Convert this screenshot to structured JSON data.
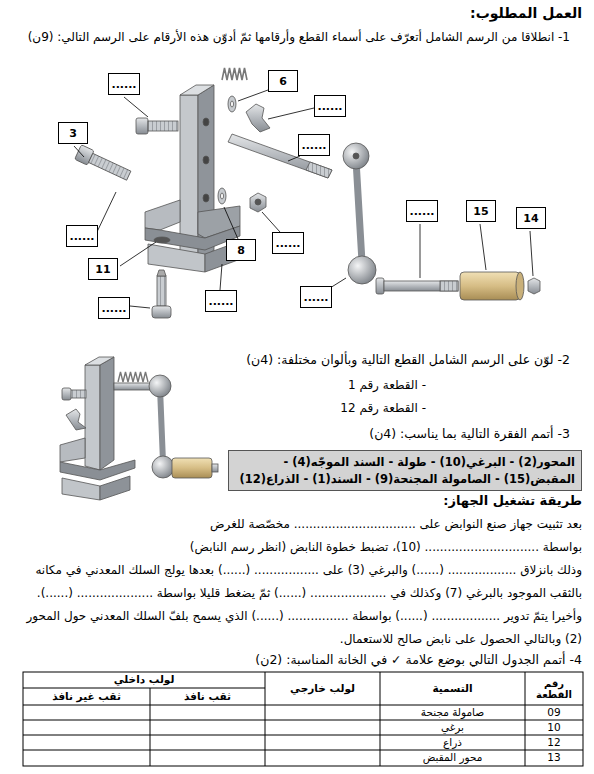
{
  "diagram": {
    "nodes": [
      {
        "text": [
          "......"
        ]
      },
      {
        "text": [
          "6"
        ]
      },
      {
        "text": [
          "......"
        ]
      },
      {
        "text": [
          "3"
        ]
      },
      {
        "text": [
          "......"
        ]
      },
      {
        "text": [
          "......"
        ]
      },
      {
        "text": [
          "15"
        ]
      },
      {
        "text": [
          "14"
        ]
      },
      {
        "text": [
          "......"
        ]
      },
      {
        "text": [
          "......"
        ]
      },
      {
        "text": [
          "8"
        ]
      },
      {
        "text": [
          "11"
        ]
      },
      {
        "text": [
          "......"
        ]
      },
      {
        "text": [
          "......"
        ]
      },
      {
        "text": [
          "......"
        ]
      },
      {
        "text": [
          "المحور(2) - البرغي(10) - طولة - السند الموجّه(4) - المقبض(15) - الصامولة المجنحة(9) - السند(1) - الذراع(12)"
        ]
      }
    ],
    "labels": [
      "العمل المطلوب:",
      "1- انطلاقا من الرسم الشامل أتعرّف على أسماء القطع وأرقامها ثمّ أدوّن هذه الأرقام على الرسم التالي: (9ن)",
      "2- لوّن على الرسم الشامل القطع التالية وبألوان مختلفة: (4ن)",
      "- القطعة رقم 1",
      "- القطعة رقم 12",
      "3- أتمم الفقرة التالية بما يناسب: (4ن)",
      "طريقة تشغيل الجهاز:",
      "بعد تثبيت جهاز صنع النوابض على ................................ مخصّصة للغرض",
      "بواسطة .............................. (10)، تضبط خطوة النابض (انظر رسم النابض)",
      "وذلك بانزلاق .................. (......) والبرغي (3) على ................. (......) بعدها يولج السلك المعدني في مكانه",
      "بالثقب الموجود بالبرغي (7) وكذلك في .................... (......) ثمّ يضغط قليلا بواسطة .................... (......).",
      "وأخيرا يتمّ تدوير .................. (......) بواسطة ................ (......) الذي يسمح بلفّ السلك المعدني حول المحور",
      "(2) وبالتالي الحصول على نابض صالح للاستعمال.",
      "4- أتمم الجدول التالي بوضع علامة ✓ في الخانة المناسبة: (2ن)",
      "رقم القطعة",
      "التسمية",
      "لولب خارجي",
      "لولب داخلي",
      "ثقب نافذ",
      "ثقب غير نافذ",
      "09",
      "صامولة مجنحة",
      "10",
      "برغي",
      "12",
      "ذراع",
      "13",
      "محور المقبض"
    ]
  }
}
